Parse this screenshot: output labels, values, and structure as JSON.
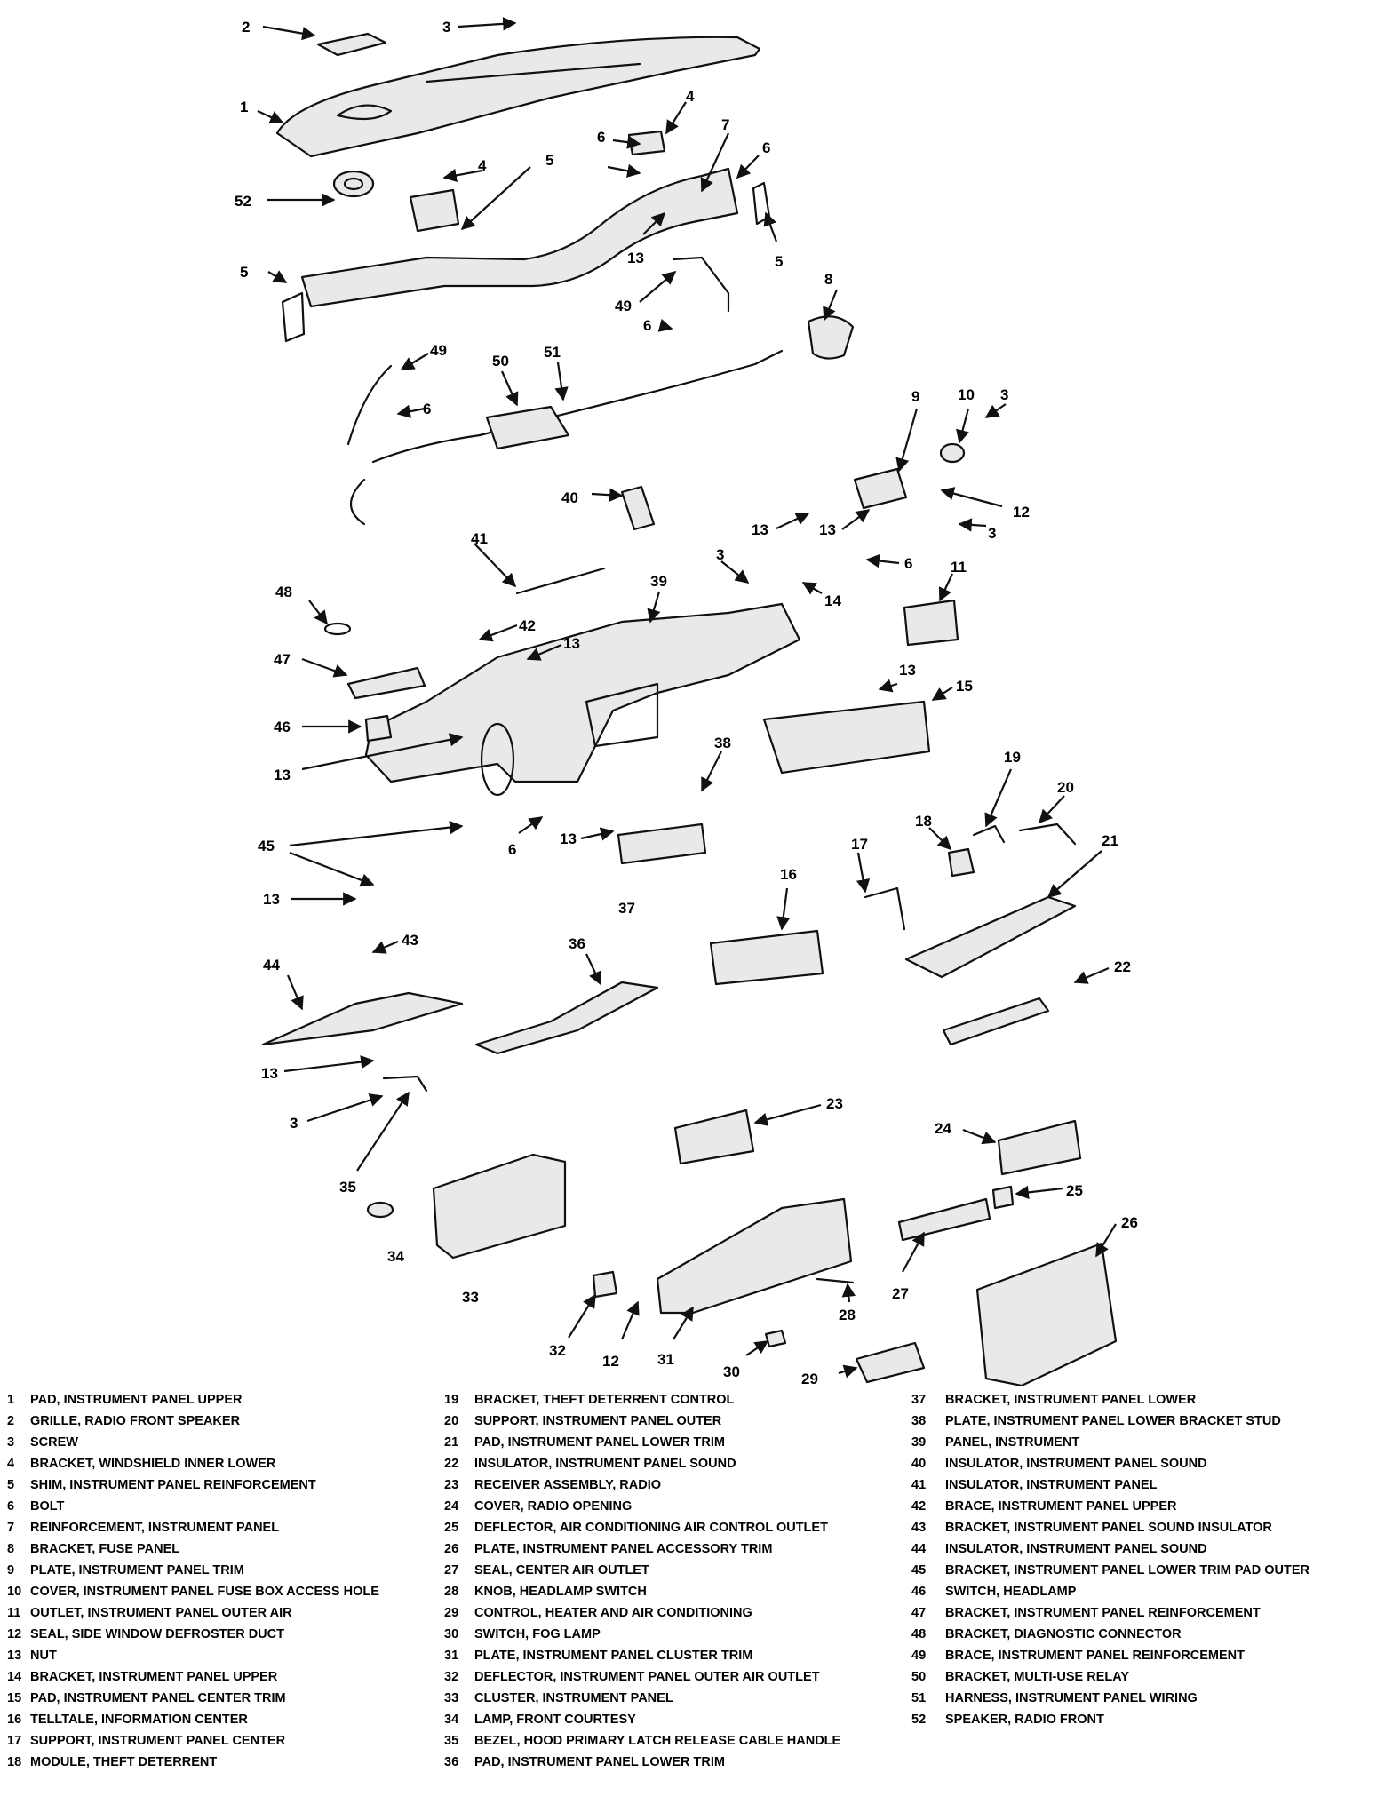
{
  "legend": [
    {
      "num": "1",
      "name": "PAD, INSTRUMENT PANEL UPPER"
    },
    {
      "num": "2",
      "name": "GRILLE, RADIO FRONT SPEAKER"
    },
    {
      "num": "3",
      "name": "SCREW"
    },
    {
      "num": "4",
      "name": "BRACKET, WINDSHIELD INNER LOWER"
    },
    {
      "num": "5",
      "name": "SHIM, INSTRUMENT PANEL REINFORCEMENT"
    },
    {
      "num": "6",
      "name": "BOLT"
    },
    {
      "num": "7",
      "name": "REINFORCEMENT, INSTRUMENT PANEL"
    },
    {
      "num": "8",
      "name": "BRACKET, FUSE PANEL"
    },
    {
      "num": "9",
      "name": "PLATE, INSTRUMENT PANEL TRIM"
    },
    {
      "num": "10",
      "name": "COVER, INSTRUMENT PANEL FUSE BOX ACCESS HOLE"
    },
    {
      "num": "11",
      "name": "OUTLET, INSTRUMENT PANEL OUTER AIR"
    },
    {
      "num": "12",
      "name": "SEAL, SIDE WINDOW DEFROSTER DUCT"
    },
    {
      "num": "13",
      "name": "NUT"
    },
    {
      "num": "14",
      "name": "BRACKET, INSTRUMENT PANEL UPPER"
    },
    {
      "num": "15",
      "name": "PAD, INSTRUMENT PANEL CENTER TRIM"
    },
    {
      "num": "16",
      "name": "TELLTALE, INFORMATION CENTER"
    },
    {
      "num": "17",
      "name": "SUPPORT, INSTRUMENT PANEL CENTER"
    },
    {
      "num": "18",
      "name": "MODULE, THEFT DETERRENT"
    },
    {
      "num": "19",
      "name": "BRACKET, THEFT DETERRENT CONTROL"
    },
    {
      "num": "20",
      "name": "SUPPORT, INSTRUMENT PANEL OUTER"
    },
    {
      "num": "21",
      "name": "PAD, INSTRUMENT PANEL LOWER TRIM"
    },
    {
      "num": "22",
      "name": "INSULATOR, INSTRUMENT PANEL SOUND"
    },
    {
      "num": "23",
      "name": "RECEIVER ASSEMBLY, RADIO"
    },
    {
      "num": "24",
      "name": "COVER, RADIO OPENING"
    },
    {
      "num": "25",
      "name": "DEFLECTOR, AIR CONDITIONING AIR CONTROL OUTLET"
    },
    {
      "num": "26",
      "name": "PLATE, INSTRUMENT PANEL ACCESSORY TRIM"
    },
    {
      "num": "27",
      "name": "SEAL, CENTER AIR OUTLET"
    },
    {
      "num": "28",
      "name": "KNOB, HEADLAMP SWITCH"
    },
    {
      "num": "29",
      "name": "CONTROL, HEATER AND AIR CONDITIONING"
    },
    {
      "num": "30",
      "name": "SWITCH, FOG LAMP"
    },
    {
      "num": "31",
      "name": "PLATE, INSTRUMENT PANEL CLUSTER TRIM"
    },
    {
      "num": "32",
      "name": "DEFLECTOR, INSTRUMENT PANEL OUTER AIR OUTLET"
    },
    {
      "num": "33",
      "name": "CLUSTER, INSTRUMENT PANEL"
    },
    {
      "num": "34",
      "name": "LAMP, FRONT COURTESY"
    },
    {
      "num": "35",
      "name": "BEZEL, HOOD PRIMARY LATCH RELEASE CABLE HANDLE"
    },
    {
      "num": "36",
      "name": "PAD, INSTRUMENT PANEL LOWER TRIM"
    },
    {
      "num": "37",
      "name": "BRACKET, INSTRUMENT PANEL LOWER"
    },
    {
      "num": "38",
      "name": "PLATE, INSTRUMENT PANEL LOWER BRACKET STUD"
    },
    {
      "num": "39",
      "name": "PANEL, INSTRUMENT"
    },
    {
      "num": "40",
      "name": "INSULATOR, INSTRUMENT PANEL SOUND"
    },
    {
      "num": "41",
      "name": "INSULATOR, INSTRUMENT PANEL"
    },
    {
      "num": "42",
      "name": "BRACE, INSTRUMENT PANEL UPPER"
    },
    {
      "num": "43",
      "name": "BRACKET, INSTRUMENT PANEL SOUND INSULATOR"
    },
    {
      "num": "44",
      "name": "INSULATOR, INSTRUMENT PANEL SOUND"
    },
    {
      "num": "45",
      "name": "BRACKET, INSTRUMENT PANEL LOWER TRIM PAD OUTER"
    },
    {
      "num": "46",
      "name": "SWITCH, HEADLAMP"
    },
    {
      "num": "47",
      "name": "BRACKET, INSTRUMENT PANEL REINFORCEMENT"
    },
    {
      "num": "48",
      "name": "BRACKET, DIAGNOSTIC CONNECTOR"
    },
    {
      "num": "49",
      "name": "BRACE, INSTRUMENT PANEL REINFORCEMENT"
    },
    {
      "num": "50",
      "name": "BRACKET, MULTI-USE RELAY"
    },
    {
      "num": "51",
      "name": "HARNESS, INSTRUMENT PANEL WIRING"
    },
    {
      "num": "52",
      "name": "SPEAKER, RADIO FRONT"
    }
  ],
  "callouts": [
    {
      "id": "c2",
      "text": "2"
    },
    {
      "id": "c3a",
      "text": "3"
    },
    {
      "id": "c1",
      "text": "1"
    },
    {
      "id": "c4a",
      "text": "4"
    },
    {
      "id": "c6a",
      "text": "6"
    },
    {
      "id": "c7",
      "text": "7"
    },
    {
      "id": "c4b",
      "text": "4"
    },
    {
      "id": "c5a",
      "text": "5"
    },
    {
      "id": "c6b",
      "text": "6"
    },
    {
      "id": "c52",
      "text": "52"
    },
    {
      "id": "c13a",
      "text": "13"
    },
    {
      "id": "c5b",
      "text": "5"
    },
    {
      "id": "c5c",
      "text": "5"
    },
    {
      "id": "c8",
      "text": "8"
    },
    {
      "id": "c49a",
      "text": "49"
    },
    {
      "id": "c6c",
      "text": "6"
    },
    {
      "id": "c49b",
      "text": "49"
    },
    {
      "id": "c50",
      "text": "50"
    },
    {
      "id": "c51",
      "text": "51"
    },
    {
      "id": "c6d",
      "text": "6"
    },
    {
      "id": "c9",
      "text": "9"
    },
    {
      "id": "c10",
      "text": "10"
    },
    {
      "id": "c3b",
      "text": "3"
    },
    {
      "id": "c40",
      "text": "40"
    },
    {
      "id": "c12a",
      "text": "12"
    },
    {
      "id": "c13b",
      "text": "13"
    },
    {
      "id": "c13c",
      "text": "13"
    },
    {
      "id": "c3c",
      "text": "3"
    },
    {
      "id": "c41",
      "text": "41"
    },
    {
      "id": "c3d",
      "text": "3"
    },
    {
      "id": "c6e",
      "text": "6"
    },
    {
      "id": "c11",
      "text": "11"
    },
    {
      "id": "c14",
      "text": "14"
    },
    {
      "id": "c48",
      "text": "48"
    },
    {
      "id": "c39",
      "text": "39"
    },
    {
      "id": "c42",
      "text": "42"
    },
    {
      "id": "c13d",
      "text": "13"
    },
    {
      "id": "c47",
      "text": "47"
    },
    {
      "id": "c13e",
      "text": "13"
    },
    {
      "id": "c15",
      "text": "15"
    },
    {
      "id": "c46",
      "text": "46"
    },
    {
      "id": "c13f",
      "text": "13"
    },
    {
      "id": "c38",
      "text": "38"
    },
    {
      "id": "c19",
      "text": "19"
    },
    {
      "id": "c20",
      "text": "20"
    },
    {
      "id": "c45",
      "text": "45"
    },
    {
      "id": "c6f",
      "text": "6"
    },
    {
      "id": "c13g",
      "text": "13"
    },
    {
      "id": "c18",
      "text": "18"
    },
    {
      "id": "c17",
      "text": "17"
    },
    {
      "id": "c21",
      "text": "21"
    },
    {
      "id": "c13h",
      "text": "13"
    },
    {
      "id": "c37",
      "text": "37"
    },
    {
      "id": "c16",
      "text": "16"
    },
    {
      "id": "c43",
      "text": "43"
    },
    {
      "id": "c36",
      "text": "36"
    },
    {
      "id": "c44",
      "text": "44"
    },
    {
      "id": "c22",
      "text": "22"
    },
    {
      "id": "c13i",
      "text": "13"
    },
    {
      "id": "c3e",
      "text": "3"
    },
    {
      "id": "c23",
      "text": "23"
    },
    {
      "id": "c24",
      "text": "24"
    },
    {
      "id": "c35",
      "text": "35"
    },
    {
      "id": "c25",
      "text": "25"
    },
    {
      "id": "c26",
      "text": "26"
    },
    {
      "id": "c34",
      "text": "34"
    },
    {
      "id": "c33",
      "text": "33"
    },
    {
      "id": "c27",
      "text": "27"
    },
    {
      "id": "c28",
      "text": "28"
    },
    {
      "id": "c32",
      "text": "32"
    },
    {
      "id": "c12b",
      "text": "12"
    },
    {
      "id": "c31",
      "text": "31"
    },
    {
      "id": "c30",
      "text": "30"
    },
    {
      "id": "c29",
      "text": "29"
    }
  ]
}
